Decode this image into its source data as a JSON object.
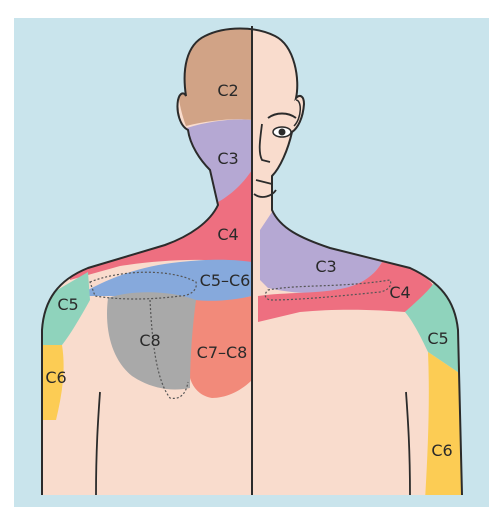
{
  "colors": {
    "panel": "#c9e4ec",
    "skin": "#f9dccd",
    "outline": "#2b2b2b",
    "C2": "#d1a386",
    "C3": "#b5a8d3",
    "C4": "#ee6f80",
    "C5_C6_back": "#86a9dc",
    "C5_arm": "#8fd3bc",
    "C6_arm": "#fccc54",
    "C7_C8": "#f28a7a",
    "C8": "#a9a9a9"
  },
  "labels": {
    "back_c2": "C2",
    "back_c3": "C3",
    "back_c4": "C4",
    "back_c5_c6": "C5–C6",
    "back_c5": "C5",
    "back_c6": "C6",
    "back_c8": "C8",
    "back_c7_c8": "C7–C8",
    "front_c3": "C3",
    "front_c4": "C4",
    "front_c5": "C5",
    "front_c6": "C6"
  }
}
